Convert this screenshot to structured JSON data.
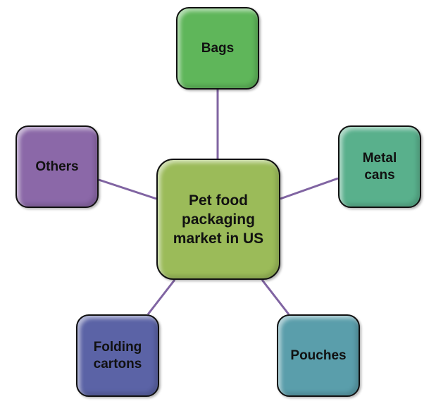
{
  "center": {
    "label_lines": [
      "Pet food",
      "packaging",
      "market in US"
    ],
    "color": "#9bbb59"
  },
  "nodes": [
    {
      "id": "bags",
      "label_lines": [
        "Bags"
      ],
      "color": "#5fb65a"
    },
    {
      "id": "metal-cans",
      "label_lines": [
        "Metal",
        "cans"
      ],
      "color": "#59b08c"
    },
    {
      "id": "pouches",
      "label_lines": [
        "Pouches"
      ],
      "color": "#5a9eab"
    },
    {
      "id": "folding-cartons",
      "label_lines": [
        "Folding",
        "cartons"
      ],
      "color": "#5b63a6"
    },
    {
      "id": "others",
      "label_lines": [
        "Others"
      ],
      "color": "#8b68a8"
    }
  ],
  "connector_color": "#8064a2"
}
